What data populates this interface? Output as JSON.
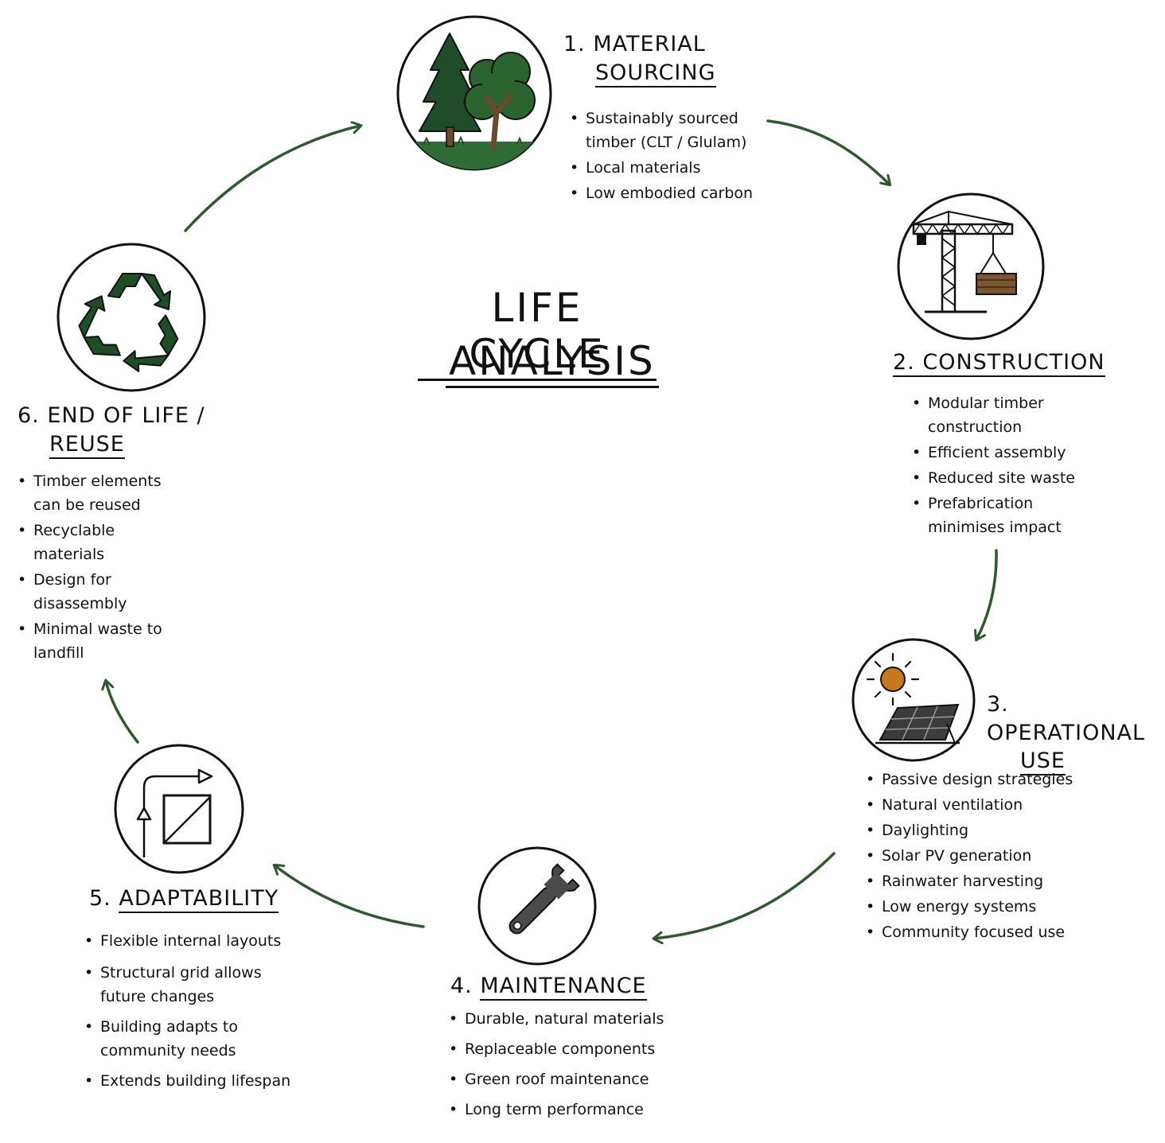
{
  "title": {
    "line1": "LIFE CYCLE",
    "line2": "ANALYSIS"
  },
  "colors": {
    "arrow": "#2d5a2d",
    "forest": "#2e6b35",
    "recycle": "#1e4d26",
    "sun": "#c8781e",
    "ink": "#111111"
  },
  "stages": [
    {
      "number": "1.",
      "title_a": "MATERIAL",
      "title_b": "SOURCING",
      "icon": "trees-icon",
      "bullets": [
        "Sustainably sourced timber (CLT / Glulam)",
        "Local materials",
        "Low embodied carbon"
      ]
    },
    {
      "number": "2.",
      "title_a": "CONSTRUCTION",
      "title_b": "",
      "icon": "crane-icon",
      "bullets": [
        "Modular timber construction",
        "Efficient assembly",
        "Reduced site waste",
        "Prefabrication minimises impact"
      ]
    },
    {
      "number": "3.",
      "title_a": "OPERATIONAL",
      "title_b": "USE",
      "icon": "solar-panel-icon",
      "bullets": [
        "Passive design strategies",
        "Natural ventilation",
        "Daylighting",
        "Solar PV generation",
        "Rainwater harvesting",
        "Low energy systems",
        "Community focused use"
      ]
    },
    {
      "number": "4.",
      "title_a": "MAINTENANCE",
      "title_b": "",
      "icon": "wrench-icon",
      "bullets": [
        "Durable, natural materials",
        "Replaceable components",
        "Green roof maintenance",
        "Long term performance"
      ]
    },
    {
      "number": "5.",
      "title_a": "ADAPTABILITY",
      "title_b": "",
      "icon": "adapt-layout-icon",
      "bullets": [
        "Flexible internal layouts",
        "Structural grid allows future changes",
        "Building adapts to community needs",
        "Extends building lifespan"
      ]
    },
    {
      "number": "6.",
      "title_a": "END OF LIFE /",
      "title_b": "REUSE",
      "icon": "recycle-icon",
      "bullets": [
        "Timber elements can be reused",
        "Recyclable materials",
        "Design for disassembly",
        "Minimal waste to landfill"
      ]
    }
  ]
}
